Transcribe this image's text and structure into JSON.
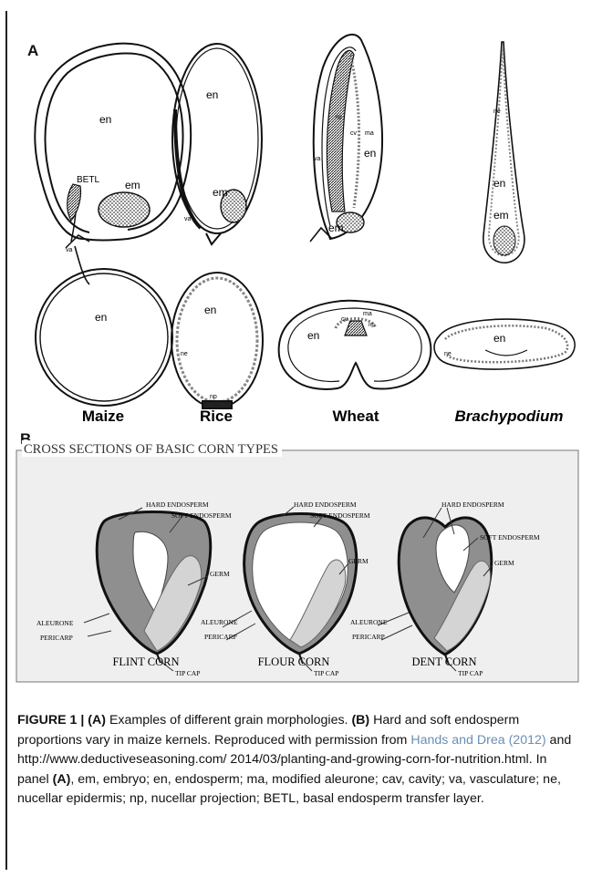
{
  "panel_a": {
    "letter": "A",
    "grains": [
      {
        "name": "Maize",
        "italic": false,
        "top_labels": [
          "en",
          "BETL",
          "em",
          "va"
        ],
        "bottom_labels": [
          "en"
        ]
      },
      {
        "name": "Rice",
        "italic": false,
        "top_labels": [
          "en",
          "em",
          "va"
        ],
        "bottom_labels": [
          "en",
          "ne",
          "np"
        ]
      },
      {
        "name": "Wheat",
        "italic": false,
        "top_labels": [
          "en",
          "ma",
          "cv",
          "va",
          "em",
          "np"
        ],
        "bottom_labels": [
          "en",
          "cv",
          "ma",
          "np"
        ]
      },
      {
        "name": "Brachypodium",
        "italic": true,
        "top_labels": [
          "ne",
          "en",
          "em"
        ],
        "bottom_labels": [
          "en",
          "ne"
        ]
      }
    ]
  },
  "panel_b": {
    "letter": "B",
    "header": "CROSS SECTIONS OF BASIC CORN TYPES",
    "kernels": [
      {
        "name": "FLINT CORN",
        "labels": {
          "hard": "HARD ENDOSPERM",
          "soft": "SOFT ENDOSPERM",
          "germ": "GERM",
          "aleurone": "ALEURONE",
          "pericarp": "PERICARP",
          "tipcap": "TIP CAP"
        }
      },
      {
        "name": "FLOUR CORN",
        "labels": {
          "hard": "HARD ENDOSPERM",
          "soft": "SOFT ENDOSPERM",
          "germ": "GERM",
          "aleurone": "ALEURONE",
          "pericarp": "PERICARP",
          "tipcap": "TIP CAP"
        }
      },
      {
        "name": "DENT CORN",
        "labels": {
          "hard": "HARD ENDOSPERM",
          "soft": "SOFT ENDOSPERM",
          "germ": "GERM",
          "aleurone": "ALEURONE",
          "pericarp": "PERICARP",
          "tipcap": "TIP CAP"
        }
      }
    ],
    "colors": {
      "hard": "#8f8f8f",
      "soft": "#ffffff",
      "germ": "#d4d4d4",
      "background": "#efefef"
    }
  },
  "caption": {
    "label": "FIGURE 1 | ",
    "a_tag": "(A)",
    "seg1": " Examples of different grain morphologies. ",
    "b_tag": "(B)",
    "seg2": " Hard and soft endosperm proportions vary in maize kernels. Reproduced with permission from ",
    "ref": "Hands and Drea (2012)",
    "seg3": " and http://www.deductiveseasoning.com/ 2014/03/planting-and-growing-corn-for-nutrition.html. In panel ",
    "a_tag2": "(A)",
    "seg4": ", em, embryo; en, endosperm; ma, modified aleurone; cav, cavity; va, vasculature; ne, nucellar epidermis; np, nucellar projection; BETL, basal endosperm transfer layer."
  }
}
